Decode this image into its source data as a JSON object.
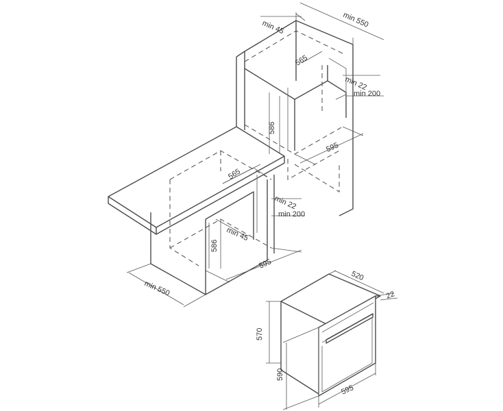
{
  "dimensions": {
    "top_min_depth": "min 550",
    "top_min_gap_45": "min 45",
    "top_depth_565": "565",
    "top_min_22": "min 22",
    "top_min_200": "min 200",
    "top_height_586": "586",
    "top_width_595": "595",
    "under_depth_565": "565",
    "under_min_22": "min 22",
    "under_min_200": "min 200",
    "under_min_45": "min 45",
    "under_height_586": "586",
    "under_width_595": "595",
    "under_min_depth": "min 550",
    "oven_depth_520": "520",
    "oven_front_22": "22",
    "oven_height_570": "570",
    "oven_front_height_590": "590",
    "oven_width_595": "595"
  }
}
